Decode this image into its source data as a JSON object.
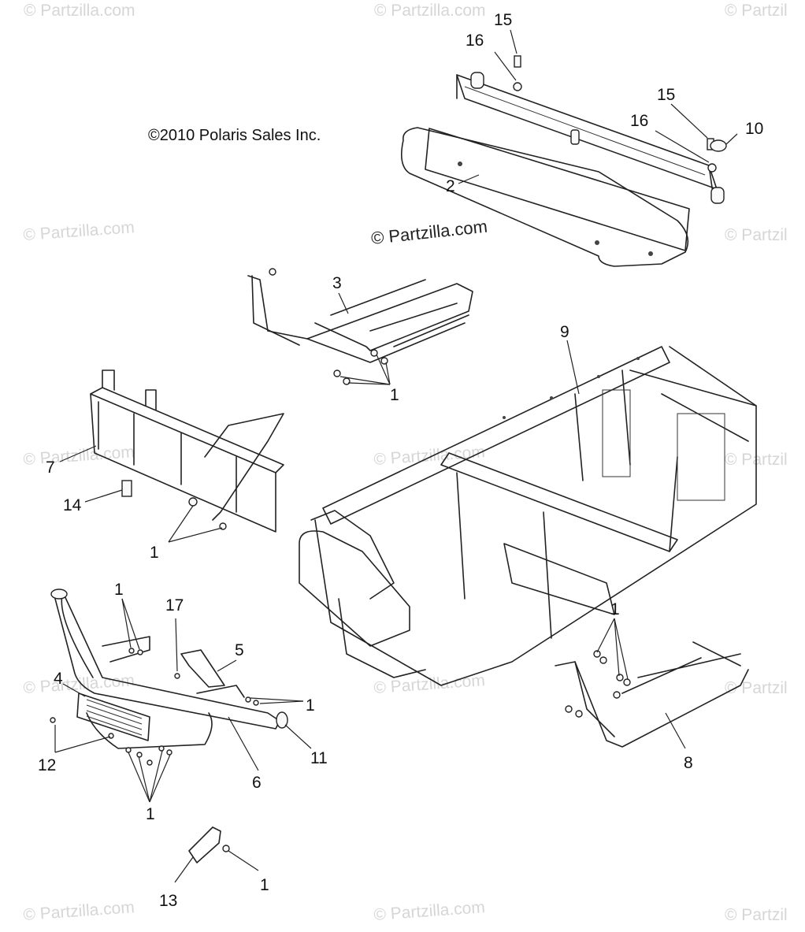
{
  "copyright": "©2010 Polaris Sales Inc.",
  "watermark_main": "© Partzilla.com",
  "watermark_faint": "© Partzilla.com",
  "watermark_edge": "© Partzil",
  "callouts": {
    "c15a": "15",
    "c16a": "16",
    "c15b": "15",
    "c16b": "16",
    "c10": "10",
    "c2": "2",
    "c3": "3",
    "c1a": "1",
    "c9": "9",
    "c7": "7",
    "c14": "14",
    "c1b": "1",
    "c1c": "1",
    "c17": "17",
    "c5": "5",
    "c4": "4",
    "c1d": "1",
    "c12": "12",
    "c11": "11",
    "c6": "6",
    "c1e": "1",
    "c1f": "1",
    "c8": "8",
    "c13": "13",
    "c1g": "1"
  },
  "colors": {
    "line": "#222222",
    "watermark": "#d6d6d6",
    "background": "#ffffff"
  }
}
